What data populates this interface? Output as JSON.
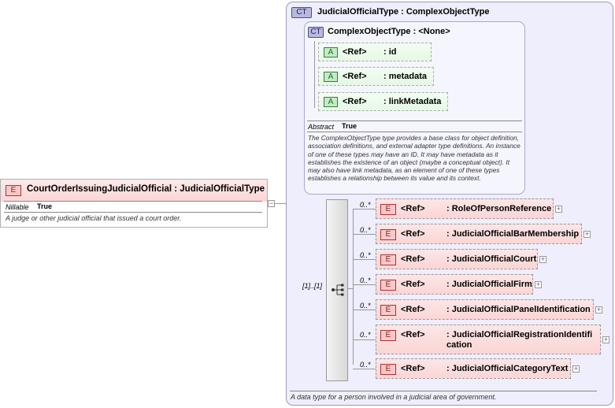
{
  "root_element": {
    "badge": "E",
    "name": "CourtOrderIssuingJudicialOfficial",
    "type_sep": " : ",
    "type": "JudicialOfficialType",
    "prop_label": "Nillable",
    "prop_value": "True",
    "description": "A judge or other judicial official that issued a court order.",
    "collapse_symbol": "−"
  },
  "outer_type": {
    "badge": "CT",
    "name": "JudicialOfficialType",
    "type_sep": " : ",
    "base": "ComplexObjectType",
    "description": "A data type for a person involved in a judicial area of government."
  },
  "inner_type": {
    "badge": "CT",
    "name": "ComplexObjectType",
    "type_sep": " : ",
    "base": "<None>",
    "attributes": [
      {
        "badge": "A",
        "ref": "<Ref>",
        "type": ": id"
      },
      {
        "badge": "A",
        "ref": "<Ref>",
        "type": ": metadata"
      },
      {
        "badge": "A",
        "ref": "<Ref>",
        "type": ": linkMetadata"
      }
    ],
    "abstract_label": "Abstract",
    "abstract_value": "True",
    "description": "The ComplexObjectType type provides a base class for object definition, association definitions, and external adapter type definitions. An instance of one of these types may have an ID. It may have metadata as it establishes the existence of an object (maybe a conceptual object). It may also have link metadata, as an element of one of these types establishes a relationship between its value and its context."
  },
  "sequence": {
    "cardinality": "[1]..[1]",
    "icon": "sequence-compositor-icon"
  },
  "elements": [
    {
      "badge": "E",
      "cardinality": "0..*",
      "ref": "<Ref>",
      "type": ": RoleOfPersonReference",
      "expand": "+"
    },
    {
      "badge": "E",
      "cardinality": "0..*",
      "ref": "<Ref>",
      "type": ": JudicialOfficialBarMembership",
      "expand": "+"
    },
    {
      "badge": "E",
      "cardinality": "0..*",
      "ref": "<Ref>",
      "type": ": JudicialOfficialCourt",
      "expand": "+"
    },
    {
      "badge": "E",
      "cardinality": "0..*",
      "ref": "<Ref>",
      "type": ": JudicialOfficialFirm",
      "expand": "+"
    },
    {
      "badge": "E",
      "cardinality": "0..*",
      "ref": "<Ref>",
      "type": ": JudicialOfficialPanelIdentification",
      "expand": "+"
    },
    {
      "badge": "E",
      "cardinality": "0..*",
      "ref": "<Ref>",
      "type": ": JudicialOfficialRegistrationIdentification",
      "expand": "+"
    },
    {
      "badge": "E",
      "cardinality": "0..*",
      "ref": "<Ref>",
      "type": ": JudicialOfficialCategoryText",
      "expand": "+"
    }
  ],
  "colors": {
    "outer_bg": "#eeeefc",
    "inner_bg": "#f4f4fd",
    "element_bg": "#fbd5d5",
    "attribute_bg": "#e6f7e6"
  }
}
